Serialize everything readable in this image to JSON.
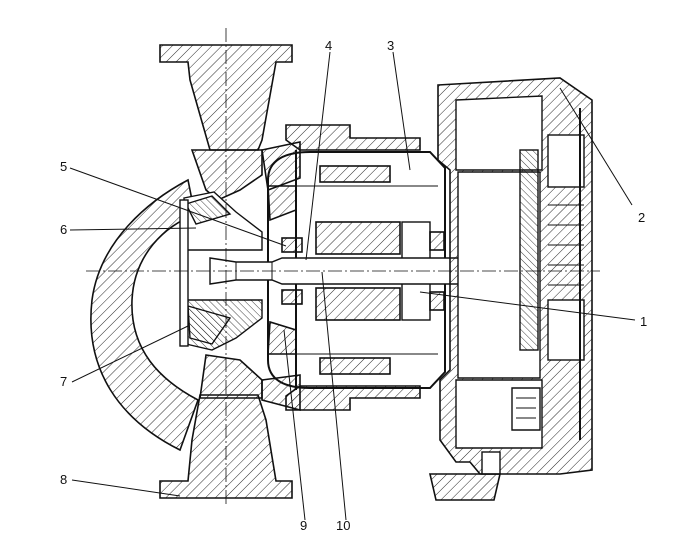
{
  "callouts": [
    {
      "id": "1",
      "text": "1"
    },
    {
      "id": "2",
      "text": "2"
    },
    {
      "id": "3",
      "text": "3"
    },
    {
      "id": "4",
      "text": "4"
    },
    {
      "id": "5",
      "text": "5"
    },
    {
      "id": "6",
      "text": "6"
    },
    {
      "id": "7",
      "text": "7"
    },
    {
      "id": "8",
      "text": "8"
    },
    {
      "id": "9",
      "text": "9"
    },
    {
      "id": "10",
      "text": "10"
    }
  ],
  "colors": {
    "ink": "#111111",
    "paper": "#ffffff"
  }
}
